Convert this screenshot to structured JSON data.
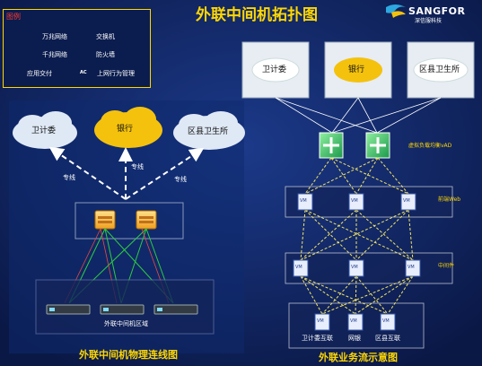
{
  "header": {
    "title": "外联中间机拓扑图",
    "brand_name": "SANGFOR",
    "brand_subtitle": "深信服科技"
  },
  "legend": {
    "title": "图例",
    "items": {
      "gigabit10": "万兆网络",
      "switch": "交换机",
      "gigabit": "千兆网络",
      "firewall": "防火墙",
      "app_delivery": "应用交付",
      "behavior_mgmt": "上网行为管理"
    },
    "icon_labels": {
      "ac": "AC"
    }
  },
  "physical": {
    "clouds": [
      "卫计委",
      "银行",
      "区县卫生所"
    ],
    "links": [
      "专线",
      "专线",
      "专线"
    ],
    "area_label": "外联中间机区域",
    "caption": "外联中间机物理连线图"
  },
  "flow": {
    "top_nodes": [
      "卫计委",
      "银行",
      "区县卫生所"
    ],
    "lb_label": "虚拟负载均衡vAD",
    "tiers": {
      "web": "前端Web",
      "middleware": "中间件"
    },
    "vm_label": "VM",
    "bottom_labels": [
      "卫计委互联",
      "网银",
      "区县互联"
    ],
    "caption": "外联业务流示意图"
  },
  "colors": {
    "background": "#0d1f56",
    "accent": "#ffd700",
    "cloud_white": "#dfe8f5",
    "cloud_gold": "#f4c20d"
  }
}
